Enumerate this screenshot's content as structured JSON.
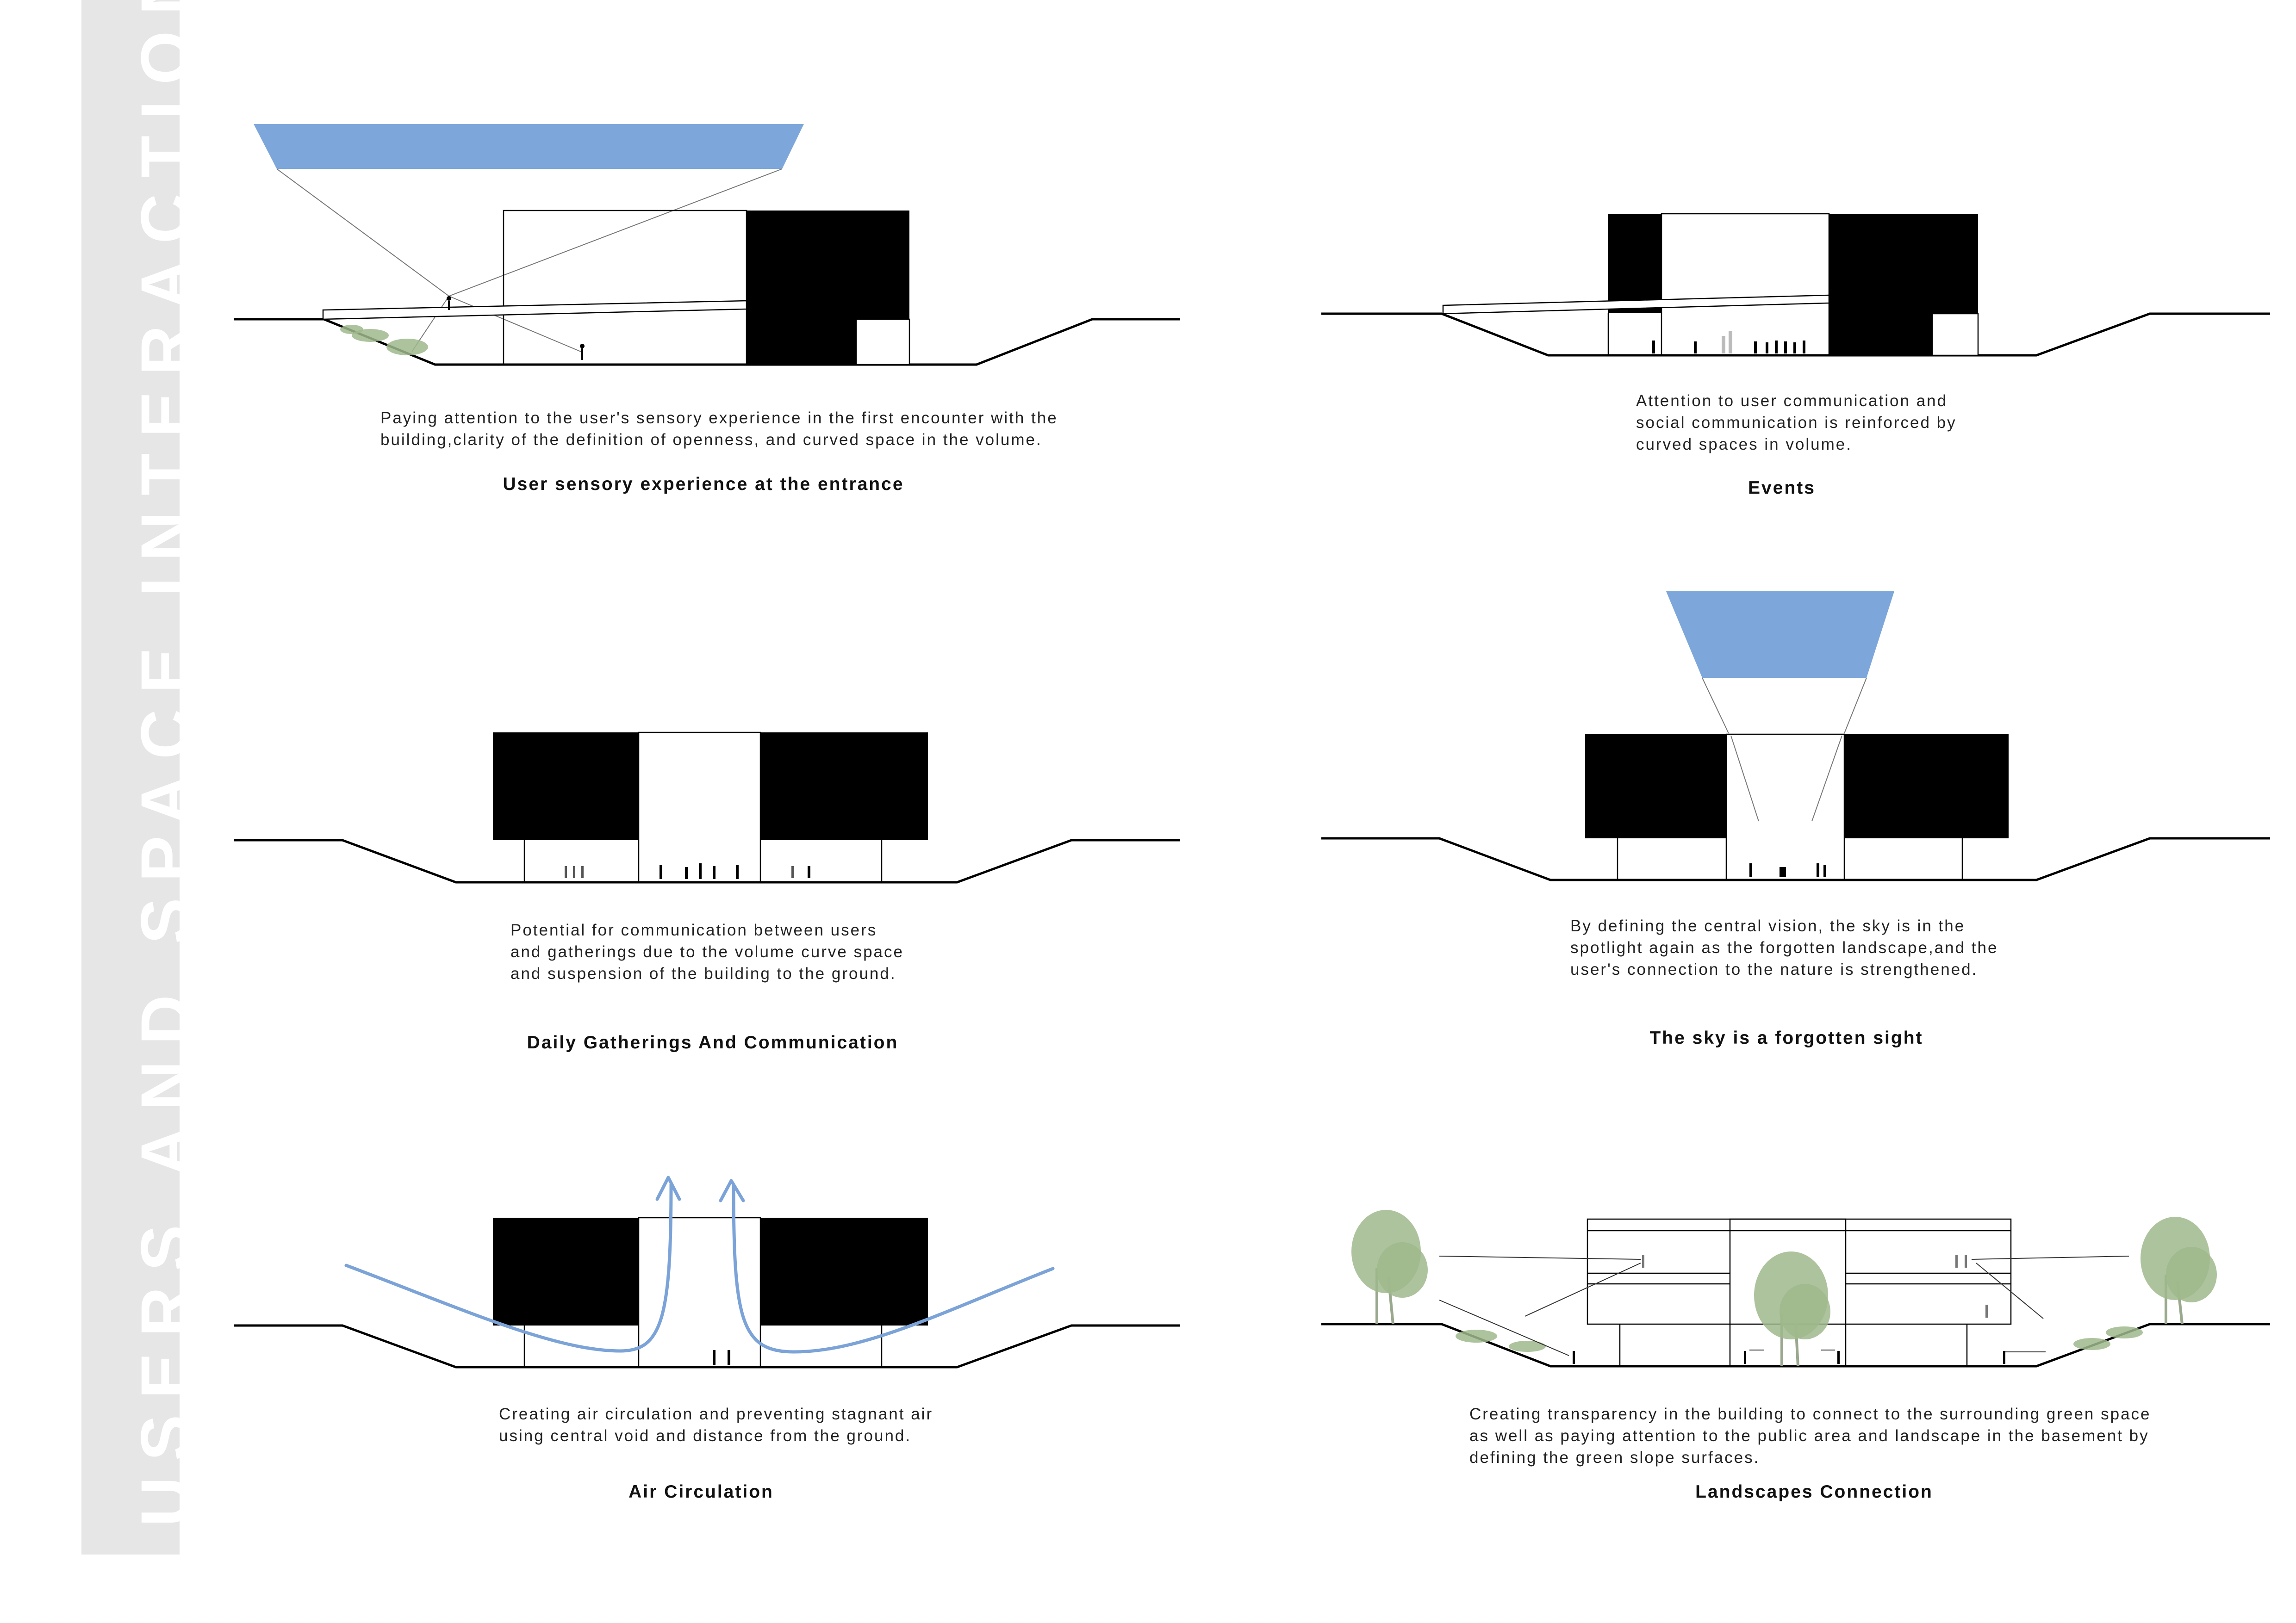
{
  "sidebar": {
    "title": "USERS AND SPACE INTERACTION"
  },
  "colors": {
    "sky": "#7da7da",
    "arrow": "#7ba3d8",
    "sidebar_bg": "#e6e6e6",
    "greenery": "#9fb98c"
  },
  "panels": [
    {
      "id": "entrance",
      "description_lines": [
        "Paying attention to the user's sensory experience in the first encounter with the",
        "building,clarity of the definition of openness, and curved space in the volume."
      ],
      "title": "User sensory experience at the entrance"
    },
    {
      "id": "events",
      "description_lines": [
        "Attention to user communication and",
        "social communication is reinforced by",
        "curved spaces in volume."
      ],
      "title": "Events"
    },
    {
      "id": "gatherings",
      "description_lines": [
        "Potential for communication between users",
        "and gatherings due to the volume curve space",
        "and suspension of the building to the ground."
      ],
      "title": "Daily Gatherings And Communication"
    },
    {
      "id": "sky",
      "description_lines": [
        "By defining the central vision, the sky is in the",
        "spotlight again as the forgotten landscape,and the",
        "user's connection to the nature is strengthened."
      ],
      "title": "The sky is a forgotten sight"
    },
    {
      "id": "air",
      "description_lines": [
        "Creating air circulation and preventing stagnant air",
        "using central void and distance from the ground."
      ],
      "title": "Air Circulation"
    },
    {
      "id": "landscape",
      "description_lines": [
        "Creating transparency in the building to connect to the surrounding green space",
        "as well as paying attention to the public area and landscape in the basement by",
        "defining the green slope surfaces."
      ],
      "title": "Landscapes Connection"
    }
  ]
}
